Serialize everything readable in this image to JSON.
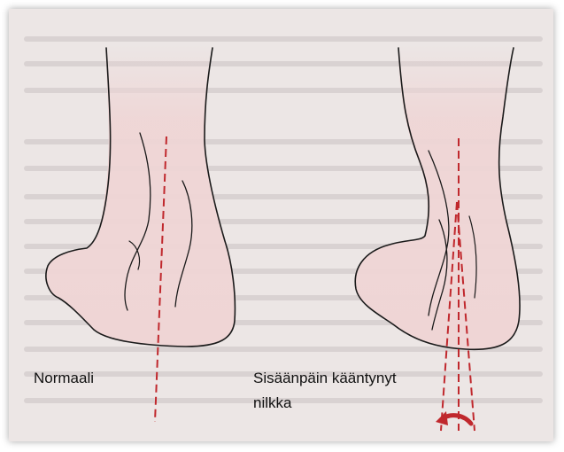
{
  "labels": {
    "normal": "Normaali",
    "inverted_line1": "Sisäänpäin kääntynyt",
    "inverted_line2": "nilkka"
  },
  "colors": {
    "page_bg": "#ece6e5",
    "skin": "#efd5d5",
    "outline": "#1a1a1a",
    "axis_line": "#c0282d",
    "arrow": "#c0282d"
  },
  "icons": {
    "rotation_arrow": "curved-arrow-left-icon"
  }
}
